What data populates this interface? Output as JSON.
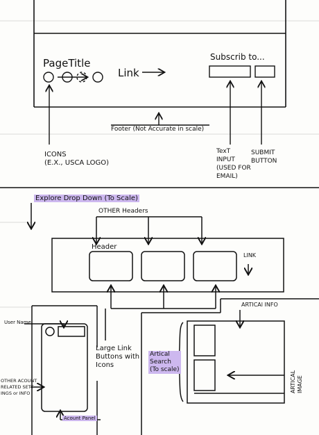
{
  "footer_sketch": {
    "page_title": "PageTitle",
    "link": "Link",
    "subscribe": "Subscrib to...",
    "footer_caption": "Footer (Not Accurate in scale)",
    "icons_note": [
      "ICONS",
      "(E.X., USCA LOGO)"
    ],
    "text_input_note": [
      "TexT",
      "INPUT",
      "(USED FOR",
      "EMAIL)"
    ],
    "submit_note": [
      "SUBMIT",
      "BUTTON"
    ]
  },
  "explore_sketch": {
    "title": "Explore Drop Down (To Scale)",
    "other_headers": "OTHER Headers",
    "header": "Header",
    "link": "LINK",
    "user_name": "User Name",
    "account_note": [
      "OTHER ACOUNT",
      "RELATED SETT-",
      "INGS or INFO"
    ],
    "account_panel": "Acount Panel",
    "large_link_note": [
      "Large Link",
      "Buttons with",
      "Icons"
    ],
    "artical_search": [
      "Artical",
      "Search",
      "(To scale)"
    ],
    "artical_info": "ARTICAl INFO",
    "artical_image": [
      "ARTICAL",
      "IMAGE"
    ]
  },
  "colors": {
    "ink": "#111111",
    "highlight": "#cdb8ef",
    "paper": "#fdfdfb",
    "guide": "#cfcfcf"
  }
}
